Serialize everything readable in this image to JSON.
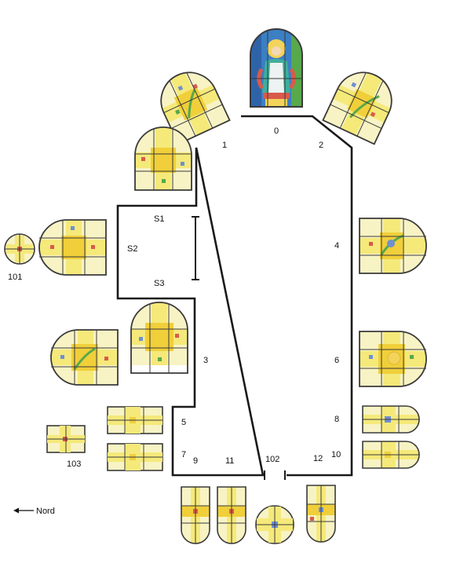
{
  "legend": {
    "north_label": "Nord"
  },
  "labels": {
    "l0": "0",
    "l1": "1",
    "l2": "2",
    "l3": "3",
    "l4": "4",
    "l5": "5",
    "l6": "6",
    "l7": "7",
    "l8": "8",
    "l9": "9",
    "l10": "10",
    "l11": "11",
    "l12": "12",
    "l101": "101",
    "l102": "102",
    "l103": "103",
    "lS1": "S1",
    "lS2": "S2",
    "lS3": "S3"
  },
  "colors": {
    "glass_yellow": "#f5e97a",
    "glass_pale": "#f8f3c4",
    "glass_gold": "#f0cf3a",
    "lead": "#3a3a3a",
    "plan_line": "#1a1a1a",
    "accent_blue": "#6f8fd0",
    "accent_red": "#d95a4a",
    "accent_green": "#58a84c",
    "window0_blue": "#3b7fc4",
    "window0_teal": "#3fae9c"
  }
}
